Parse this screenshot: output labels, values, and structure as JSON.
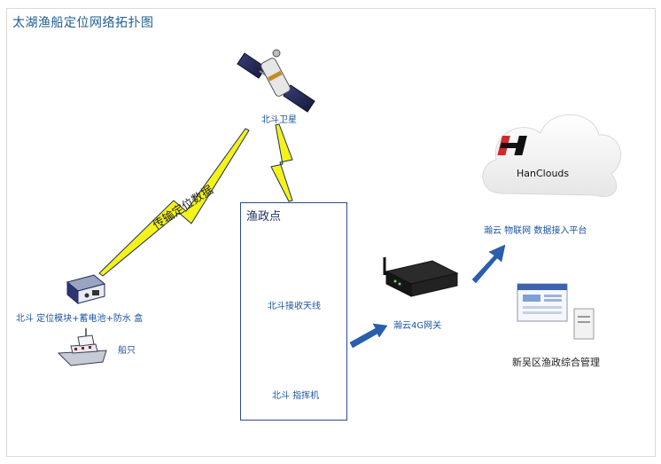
{
  "title": "太湖渔船定位网络拓扑图",
  "nodes": {
    "satellite": "北斗卫星",
    "fishing_station": "渔政点",
    "antenna": "北斗接收天线",
    "commander": "北斗 指挥机",
    "gateway": "瀚云4G网关",
    "platform": "瀚云 物联网 数据接入平台",
    "management": "新吴区渔政综合管理",
    "module": "北斗 定位模块+蓄电池+防水 盒",
    "ship": "船只",
    "cloud_logo": "HanClouds"
  },
  "links": {
    "transfer": "传输定位数据"
  },
  "colors": {
    "label_blue": "#1a55a0",
    "arrow_blue": "#2a5fae",
    "lightning": "#f5f21a"
  }
}
